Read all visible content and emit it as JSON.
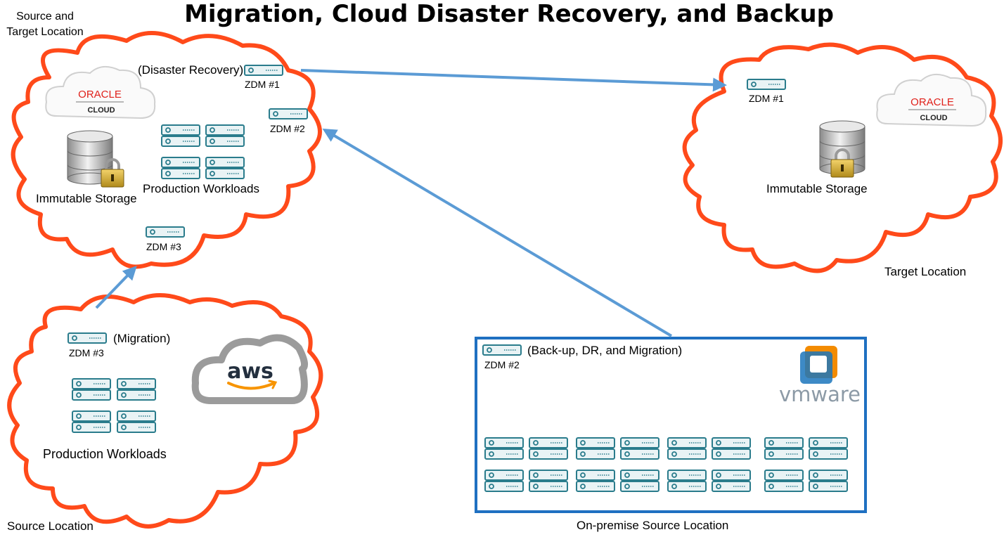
{
  "title": "Migration, Cloud Disaster Recovery, and Backup",
  "locations": {
    "source_target": "Source and\nTarget Location",
    "target": "Target Location",
    "source": "Source Location",
    "onprem": "On-premise Source Location"
  },
  "oracle_cloud_source": {
    "dr_label": "(Disaster Recovery)",
    "zdm1": "ZDM #1",
    "zdm2": "ZDM #2",
    "zdm3": "ZDM #3",
    "workloads": "Production Workloads",
    "storage": "Immutable Storage",
    "logo_word": "ORACLE",
    "logo_sub": "CLOUD"
  },
  "oracle_cloud_target": {
    "zdm1": "ZDM #1",
    "storage": "Immutable Storage",
    "logo_word": "ORACLE",
    "logo_sub": "CLOUD"
  },
  "aws_cloud": {
    "zdm3": "ZDM #3",
    "migration": "(Migration)",
    "workloads": "Production Workloads",
    "logo_word": "aws"
  },
  "onprem_box": {
    "zdm2": "ZDM #2",
    "label": "(Back-up, DR, and Migration)",
    "logo_word": "vmware"
  },
  "colors": {
    "cloud_outline": "#ff4a1a",
    "arrow": "#5b9bd5",
    "box_border": "#1f70c1",
    "server_stroke": "#2a7c8c",
    "oracle_red": "#e0211b"
  },
  "icons": [
    "server-icon",
    "database-icon",
    "lock-icon",
    "oracle-cloud-logo",
    "aws-logo",
    "vmware-logo"
  ]
}
